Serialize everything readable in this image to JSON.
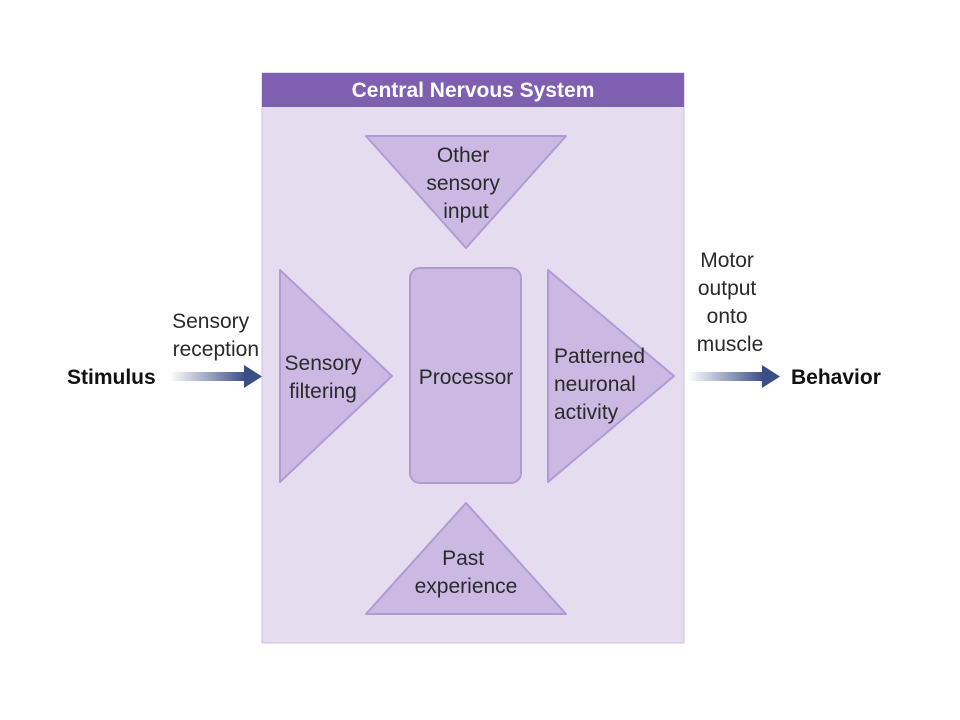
{
  "header": {
    "title": "Central Nervous System"
  },
  "nodes": {
    "other_input": [
      "Other",
      "sensory",
      "input"
    ],
    "sensory_filtering": [
      "Sensory",
      "filtering"
    ],
    "processor": [
      "Processor"
    ],
    "patterned_activity": [
      "Patterned",
      "neuronal",
      "activity"
    ],
    "past_experience": [
      "Past",
      "experience"
    ]
  },
  "labels": {
    "stimulus": "Stimulus",
    "sensory_reception": [
      "Sensory",
      "reception"
    ],
    "motor_output": [
      "Motor",
      "output",
      "onto",
      "muscle"
    ],
    "behavior": "Behavior"
  },
  "colors": {
    "panel": "#e5dcf0",
    "header": "#7f5fb0",
    "shape": "#cbb9e3",
    "shape_edge": "#b19ad4",
    "arrow": "#3b4e86"
  }
}
